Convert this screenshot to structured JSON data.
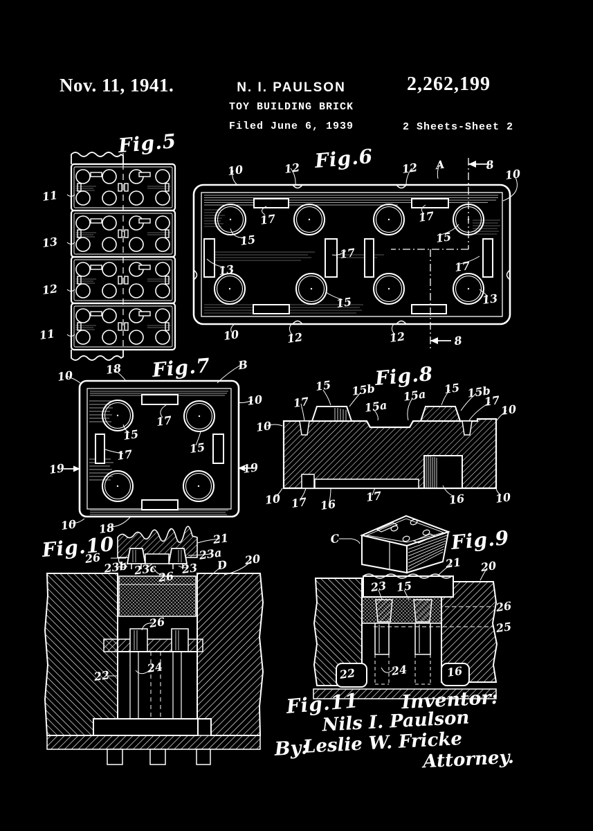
{
  "colors": {
    "paper": "#000000",
    "ink": "#ffffff"
  },
  "header": {
    "date": "Nov. 11, 1941.",
    "applicant": "N. I. PAULSON",
    "patent_number": "2,262,199",
    "invention_title": "TOY BUILDING BRICK",
    "filed_line": "Filed June 6, 1939",
    "sheet_line": "2 Sheets-Sheet 2"
  },
  "figures": {
    "fig5": {
      "title": "Fig.5",
      "refs": [
        "11",
        "13",
        "12",
        "11"
      ]
    },
    "fig6": {
      "title": "Fig.6",
      "refs": [
        "10",
        "12",
        "12",
        "A",
        "8",
        "10",
        "17",
        "15",
        "17",
        "15",
        "13",
        "17",
        "17",
        "15",
        "13",
        "10",
        "12",
        "12",
        "8"
      ]
    },
    "fig7": {
      "title": "Fig.7",
      "refs": [
        "10",
        "18",
        "B",
        "10",
        "17",
        "15",
        "15",
        "17",
        "19",
        "19",
        "10",
        "18"
      ]
    },
    "fig8": {
      "title": "Fig.8",
      "refs": [
        "15",
        "15b",
        "15a",
        "15a",
        "15",
        "15b",
        "17",
        "17",
        "10",
        "10",
        "10",
        "17",
        "16",
        "17",
        "16",
        "10"
      ]
    },
    "fig9": {
      "title": "Fig.9",
      "refs": [
        "C"
      ]
    },
    "fig10": {
      "title": "Fig.10",
      "refs": [
        "21",
        "23a",
        "26",
        "23b",
        "23c",
        "23",
        "D",
        "20",
        "26",
        "26",
        "22",
        "24"
      ]
    },
    "fig11": {
      "refs": [
        "21",
        "20",
        "23",
        "15",
        "26",
        "25",
        "22",
        "24",
        "16"
      ]
    }
  },
  "signature_block": {
    "fig_label": "Fig.11",
    "heading": "Inventor:",
    "inventor": "Nils I. Paulson",
    "by_label": "By:",
    "attorney": "Leslie W. Fricke",
    "attorney_title": "Attorney."
  }
}
